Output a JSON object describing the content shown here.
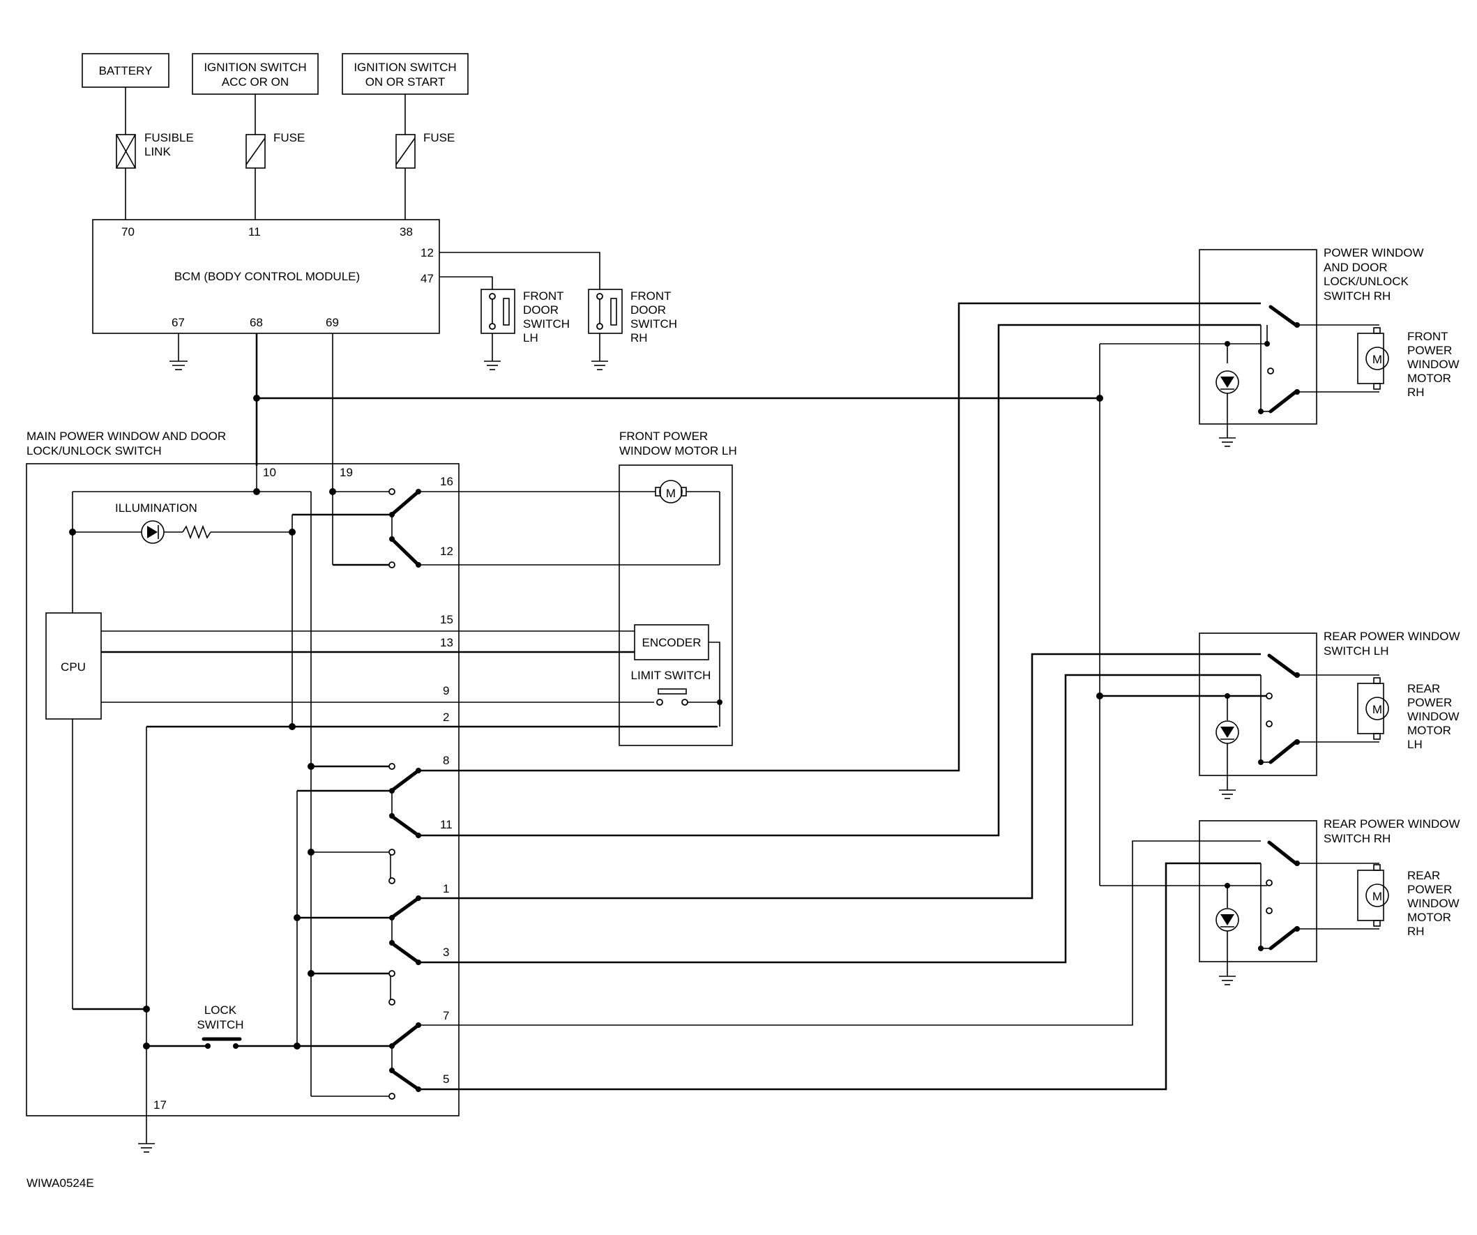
{
  "diagram": {
    "battery": "BATTERY",
    "ign_acc_1": "IGNITION SWITCH",
    "ign_acc_2": "ACC OR ON",
    "ign_on_1": "IGNITION SWITCH",
    "ign_on_2": "ON OR START",
    "fusible_link_1": "FUSIBLE",
    "fusible_link_2": "LINK",
    "fuse_a": "FUSE",
    "fuse_b": "FUSE",
    "bcm_label": "BCM (BODY CONTROL MODULE)",
    "bcm_pins": {
      "p70": "70",
      "p11": "11",
      "p38": "38",
      "p12": "12",
      "p47": "47",
      "p67": "67",
      "p68": "68",
      "p69": "69"
    },
    "front_door_lh": [
      "FRONT",
      "DOOR",
      "SWITCH",
      "LH"
    ],
    "front_door_rh": [
      "FRONT",
      "DOOR",
      "SWITCH",
      "RH"
    ],
    "main_switch_1": "MAIN POWER WINDOW AND DOOR",
    "main_switch_2": "LOCK/UNLOCK SWITCH",
    "illumination": "ILLUMINATION",
    "cpu": "CPU",
    "lock_switch_1": "LOCK",
    "lock_switch_2": "SWITCH",
    "main_pins": {
      "p10": "10",
      "p19": "19",
      "p16": "16",
      "p12": "12",
      "p15": "15",
      "p13": "13",
      "p9": "9",
      "p2": "2",
      "p8": "8",
      "p11": "11",
      "p1": "1",
      "p3": "3",
      "p7": "7",
      "p5": "5",
      "p17": "17"
    },
    "front_motor_lh_1": "FRONT POWER",
    "front_motor_lh_2": "WINDOW MOTOR LH",
    "encoder": "ENCODER",
    "limit_switch": "LIMIT SWITCH",
    "motor_symbol": "M",
    "pw_rh_switch": [
      "POWER WINDOW",
      "AND DOOR",
      "LOCK/UNLOCK",
      "SWITCH RH"
    ],
    "front_motor_rh": [
      "FRONT",
      "POWER",
      "WINDOW",
      "MOTOR",
      "RH"
    ],
    "rear_lh_switch": [
      "REAR POWER WINDOW",
      "SWITCH LH"
    ],
    "rear_motor_lh": [
      "REAR",
      "POWER",
      "WINDOW",
      "MOTOR",
      "LH"
    ],
    "rear_rh_switch": [
      "REAR POWER WINDOW",
      "SWITCH RH"
    ],
    "rear_motor_rh": [
      "REAR",
      "POWER",
      "WINDOW",
      "MOTOR",
      "RH"
    ],
    "figure_code": "WIWA0524E"
  }
}
